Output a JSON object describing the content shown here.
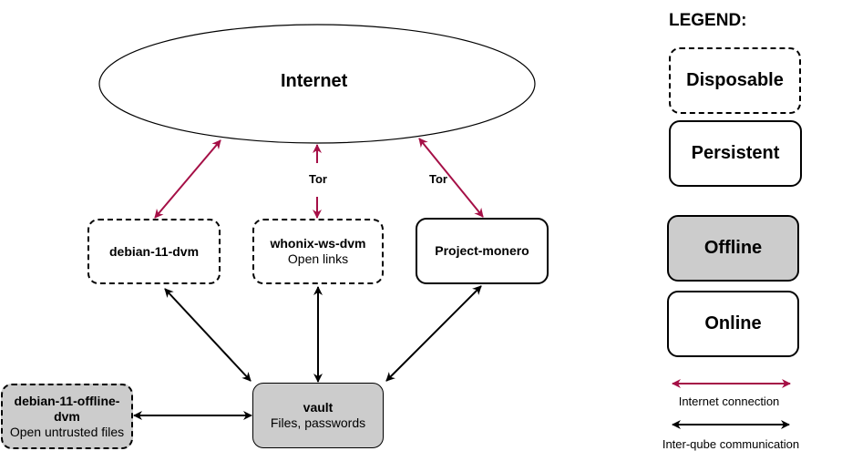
{
  "colors": {
    "internet_arrow": "#a50f46",
    "qube_arrow": "#000000",
    "offline_fill": "#cccccc",
    "online_fill": "#ffffff"
  },
  "internet": {
    "label": "Internet"
  },
  "nodes": {
    "debian_dvm": {
      "title": "debian-11-dvm",
      "subtitle": "",
      "type": "disposable",
      "connectivity": "online"
    },
    "whonix_dvm": {
      "title": "whonix-ws-dvm",
      "subtitle": "Open links",
      "type": "disposable",
      "connectivity": "online"
    },
    "monero": {
      "title": "Project-monero",
      "subtitle": "",
      "type": "persistent",
      "connectivity": "online"
    },
    "offline_dvm": {
      "title": "debian-11-offline-dvm",
      "subtitle": "Open untrusted files",
      "type": "disposable",
      "connectivity": "offline"
    },
    "vault": {
      "title": "vault",
      "subtitle": "Files, passwords",
      "type": "persistent",
      "connectivity": "offline"
    }
  },
  "edges": [
    {
      "from": "internet",
      "to": "debian_dvm",
      "kind": "internet",
      "label": ""
    },
    {
      "from": "internet",
      "to": "whonix_dvm",
      "kind": "internet",
      "label": "Tor"
    },
    {
      "from": "internet",
      "to": "monero",
      "kind": "internet",
      "label": "Tor"
    },
    {
      "from": "debian_dvm",
      "to": "vault",
      "kind": "inter-qube",
      "label": ""
    },
    {
      "from": "whonix_dvm",
      "to": "vault",
      "kind": "inter-qube",
      "label": ""
    },
    {
      "from": "monero",
      "to": "vault",
      "kind": "inter-qube",
      "label": ""
    },
    {
      "from": "offline_dvm",
      "to": "vault",
      "kind": "inter-qube",
      "label": ""
    }
  ],
  "tor_labels": [
    "Tor",
    "Tor"
  ],
  "legend": {
    "title": "LEGEND:",
    "disposable": "Disposable",
    "persistent": "Persistent",
    "offline": "Offline",
    "online": "Online",
    "internet_connection": "Internet connection",
    "inter_qube": "Inter-qube communication"
  }
}
